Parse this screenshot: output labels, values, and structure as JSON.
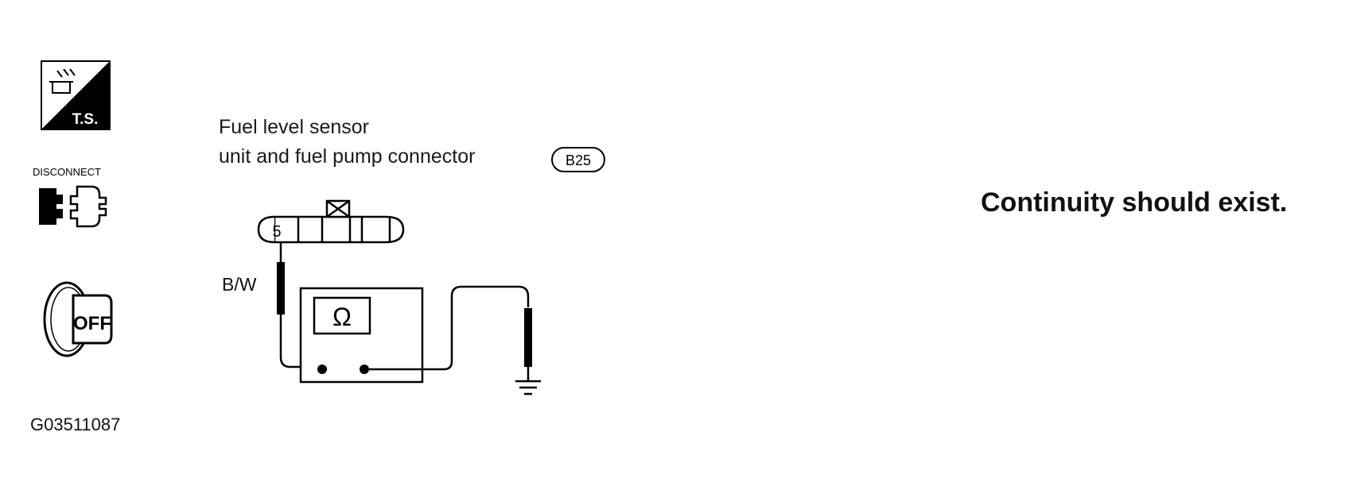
{
  "icons": {
    "ts_label": "T.S.",
    "disconnect_label": "DISCONNECT",
    "ignition_label": "OFF"
  },
  "connector": {
    "caption_line1": "Fuel level sensor",
    "caption_line2": "unit and fuel pump connector",
    "connector_id": "B25",
    "terminal": "5",
    "wire_color": "B/W"
  },
  "meter": {
    "symbol": "Ω"
  },
  "result_text": "Continuity should exist.",
  "figure_id": "G03511087"
}
